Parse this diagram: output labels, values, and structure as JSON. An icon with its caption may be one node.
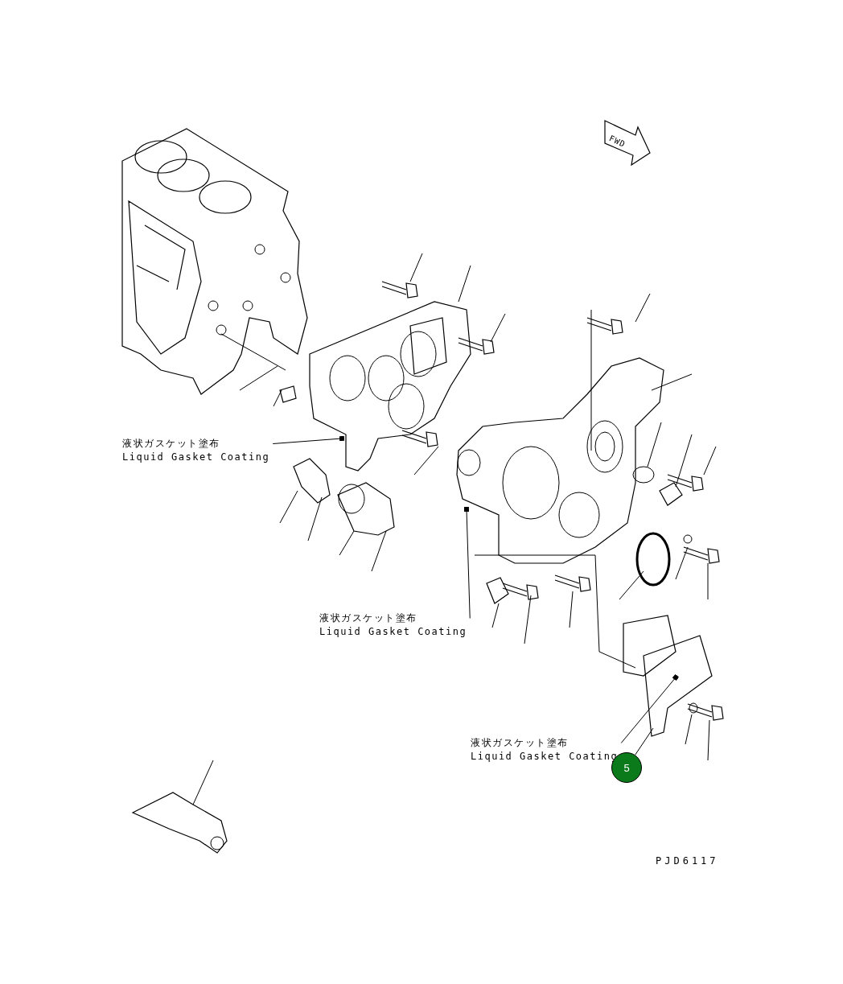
{
  "diagram": {
    "nodes": [
      {
        "text": [
          "液状ガスケット塗布",
          "Liquid Gasket Coating"
        ]
      },
      {
        "text": [
          "液状ガスケット塗布",
          "Liquid Gasket Coating"
        ]
      },
      {
        "text": [
          "液状ガスケット塗布",
          "Liquid Gasket Coating"
        ]
      },
      {
        "text": [
          "5"
        ]
      }
    ],
    "edges": [
      {
        "from": 0,
        "to": null,
        "arrow": "other"
      },
      {
        "from": 1,
        "to": null,
        "arrow": "other"
      },
      {
        "from": 2,
        "to": null,
        "arrow": "other"
      },
      {
        "from": 3,
        "to": null,
        "arrow": "none"
      }
    ],
    "labels": [
      "FWD",
      "PJD6117"
    ]
  }
}
